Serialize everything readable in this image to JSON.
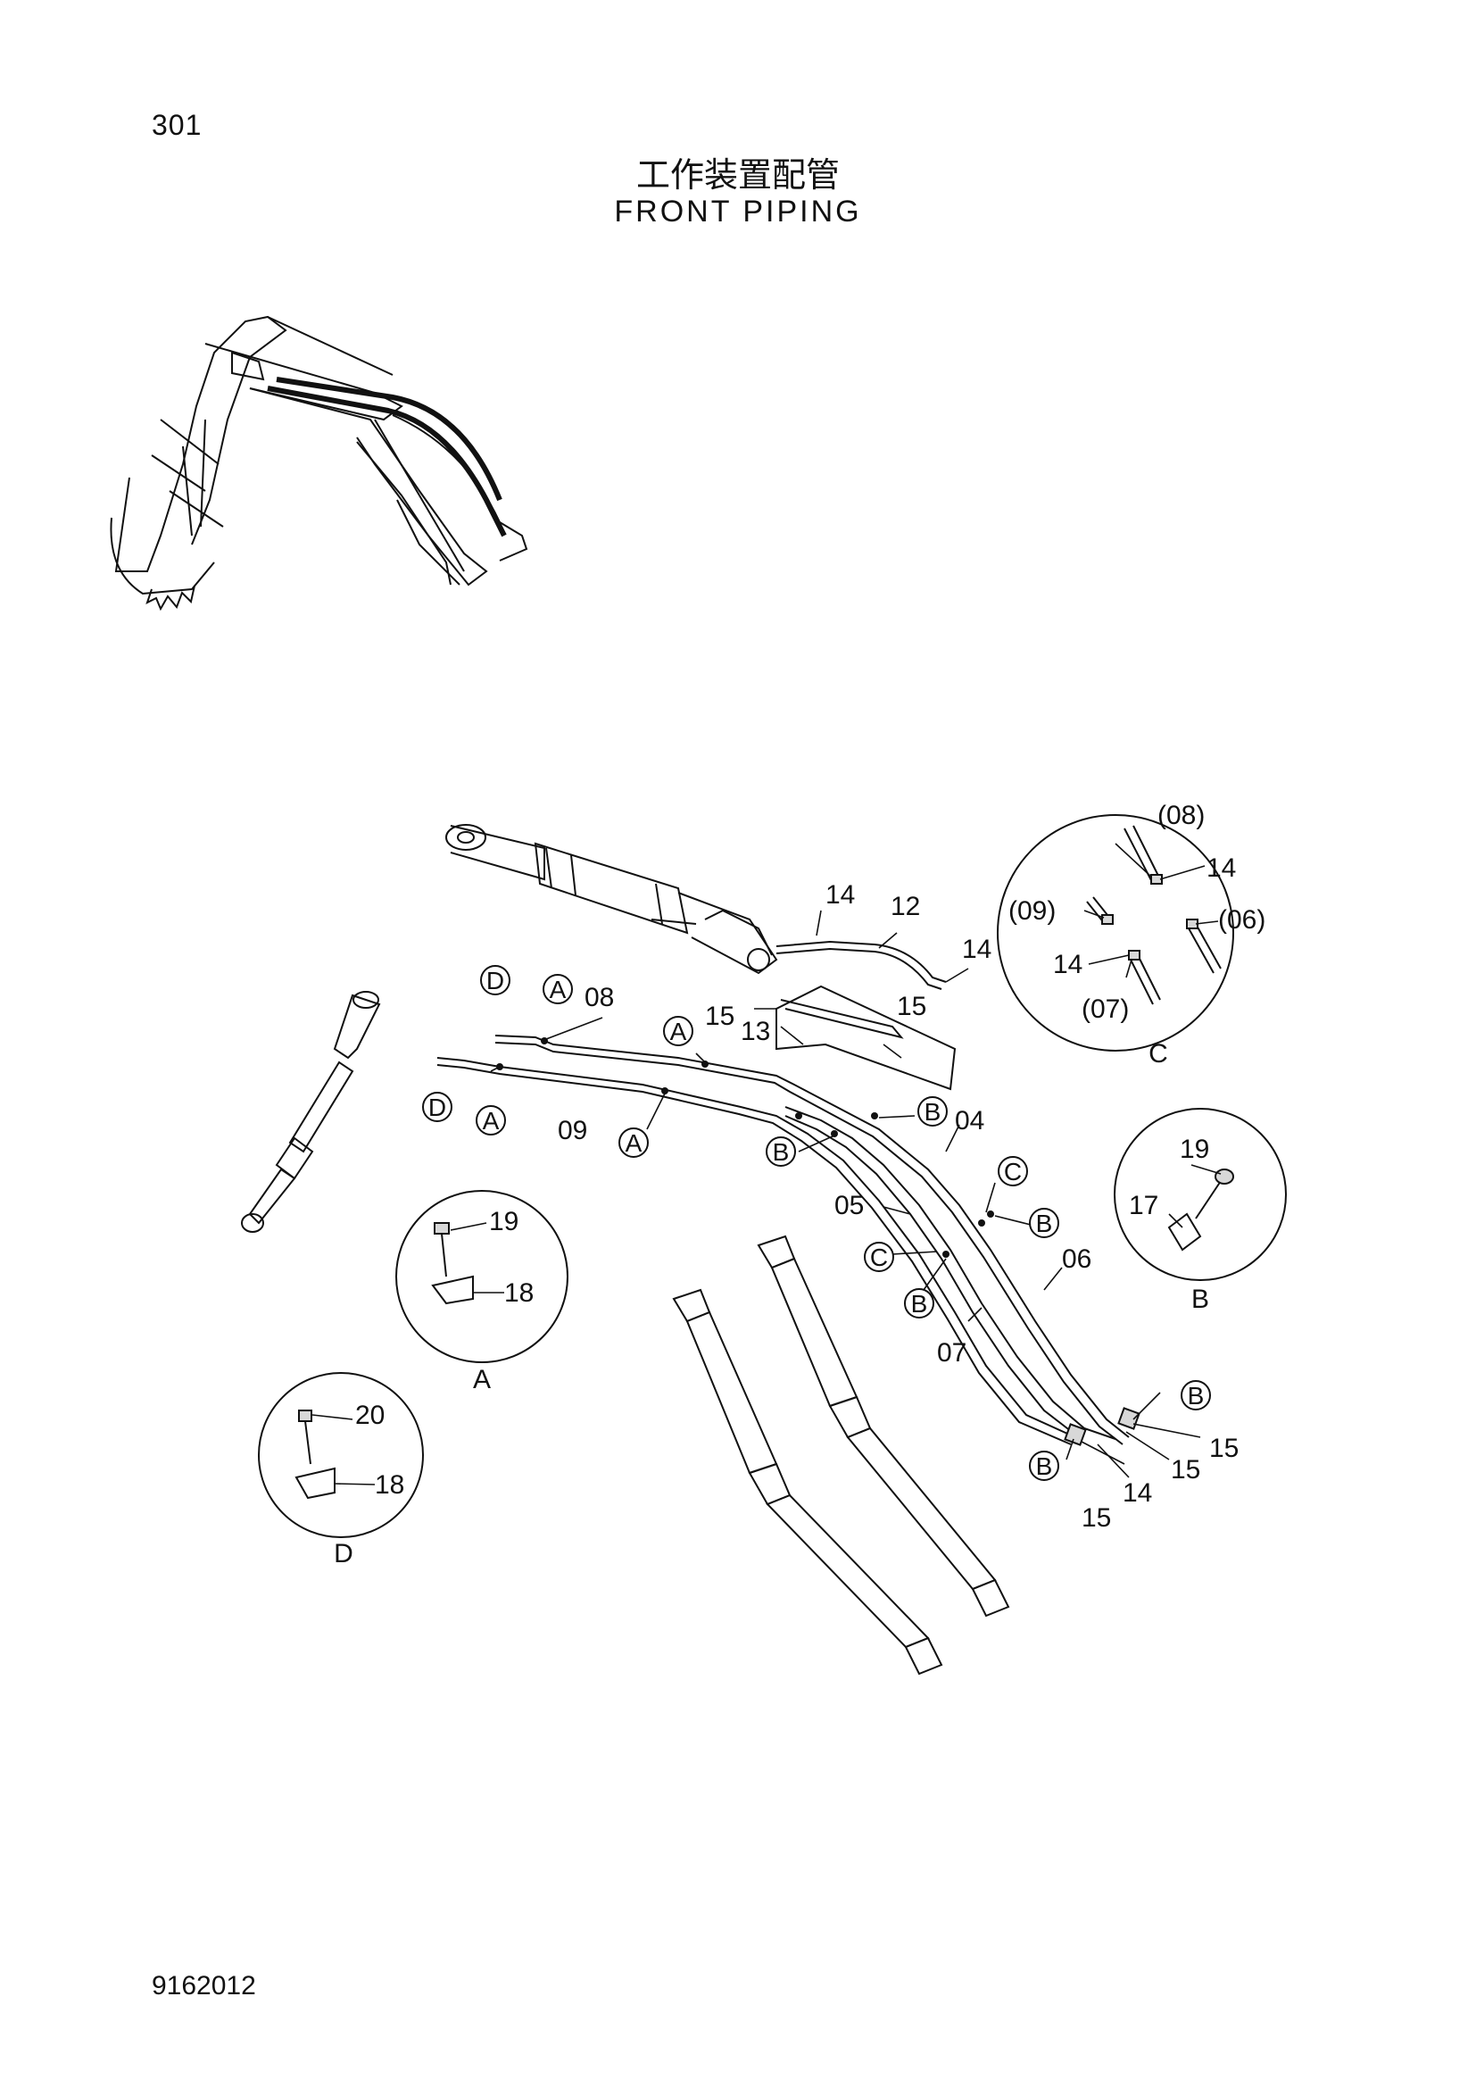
{
  "header": {
    "page_number": "301",
    "title_cn": "工作装置配管",
    "title_en": "FRONT PIPING"
  },
  "footer": {
    "doc_code": "9162012"
  },
  "parts": {
    "p04": "04",
    "p05": "05",
    "p06": "06",
    "p07": "07",
    "p08": "08",
    "p09": "09",
    "p12": "12",
    "p13": "13",
    "p14": "14",
    "p15": "15",
    "p17": "17",
    "p18": "18",
    "p19": "19",
    "p20": "20",
    "r06": "(06)",
    "r07": "(07)",
    "r08": "(08)",
    "r09": "(09)"
  },
  "details": {
    "a": "A",
    "b": "B",
    "c": "C",
    "d": "D"
  }
}
